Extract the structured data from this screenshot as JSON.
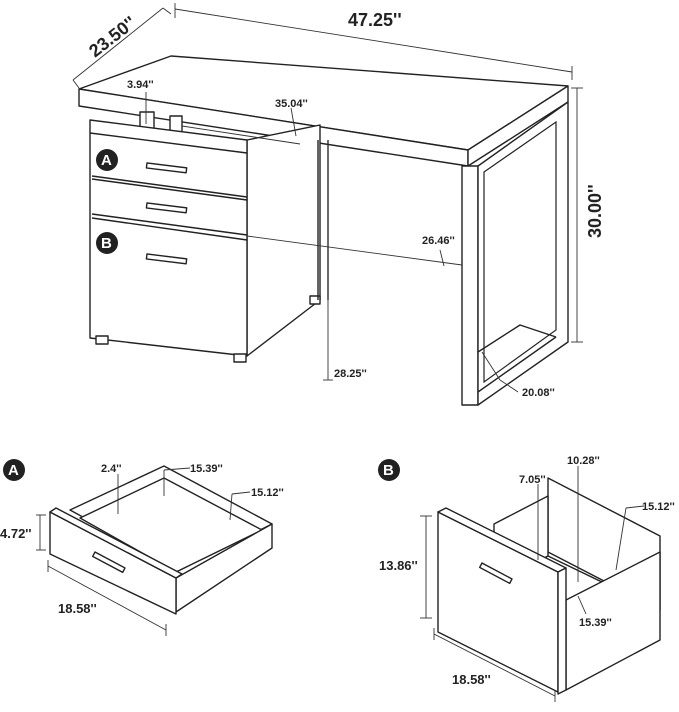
{
  "desk": {
    "depth": "23.50''",
    "width": "47.25''",
    "height": "30.00''",
    "shelf_gap": "3.94''",
    "opening_width": "35.04''",
    "inner_depth": "26.46''",
    "leg_clearance": "28.25''",
    "base_depth": "20.08''",
    "label_a": "A",
    "label_b": "B"
  },
  "drawer_a": {
    "label": "A",
    "depth_front": "2.4''",
    "inner_width": "15.39''",
    "inner_depth": "15.12''",
    "height": "4.72''",
    "width": "18.58''"
  },
  "drawer_b": {
    "label": "B",
    "inner_height": "7.05''",
    "inner_width": "10.28''",
    "inner_depth": "15.12''",
    "height": "13.86''",
    "bottom_width": "15.39''",
    "width": "18.58''"
  }
}
